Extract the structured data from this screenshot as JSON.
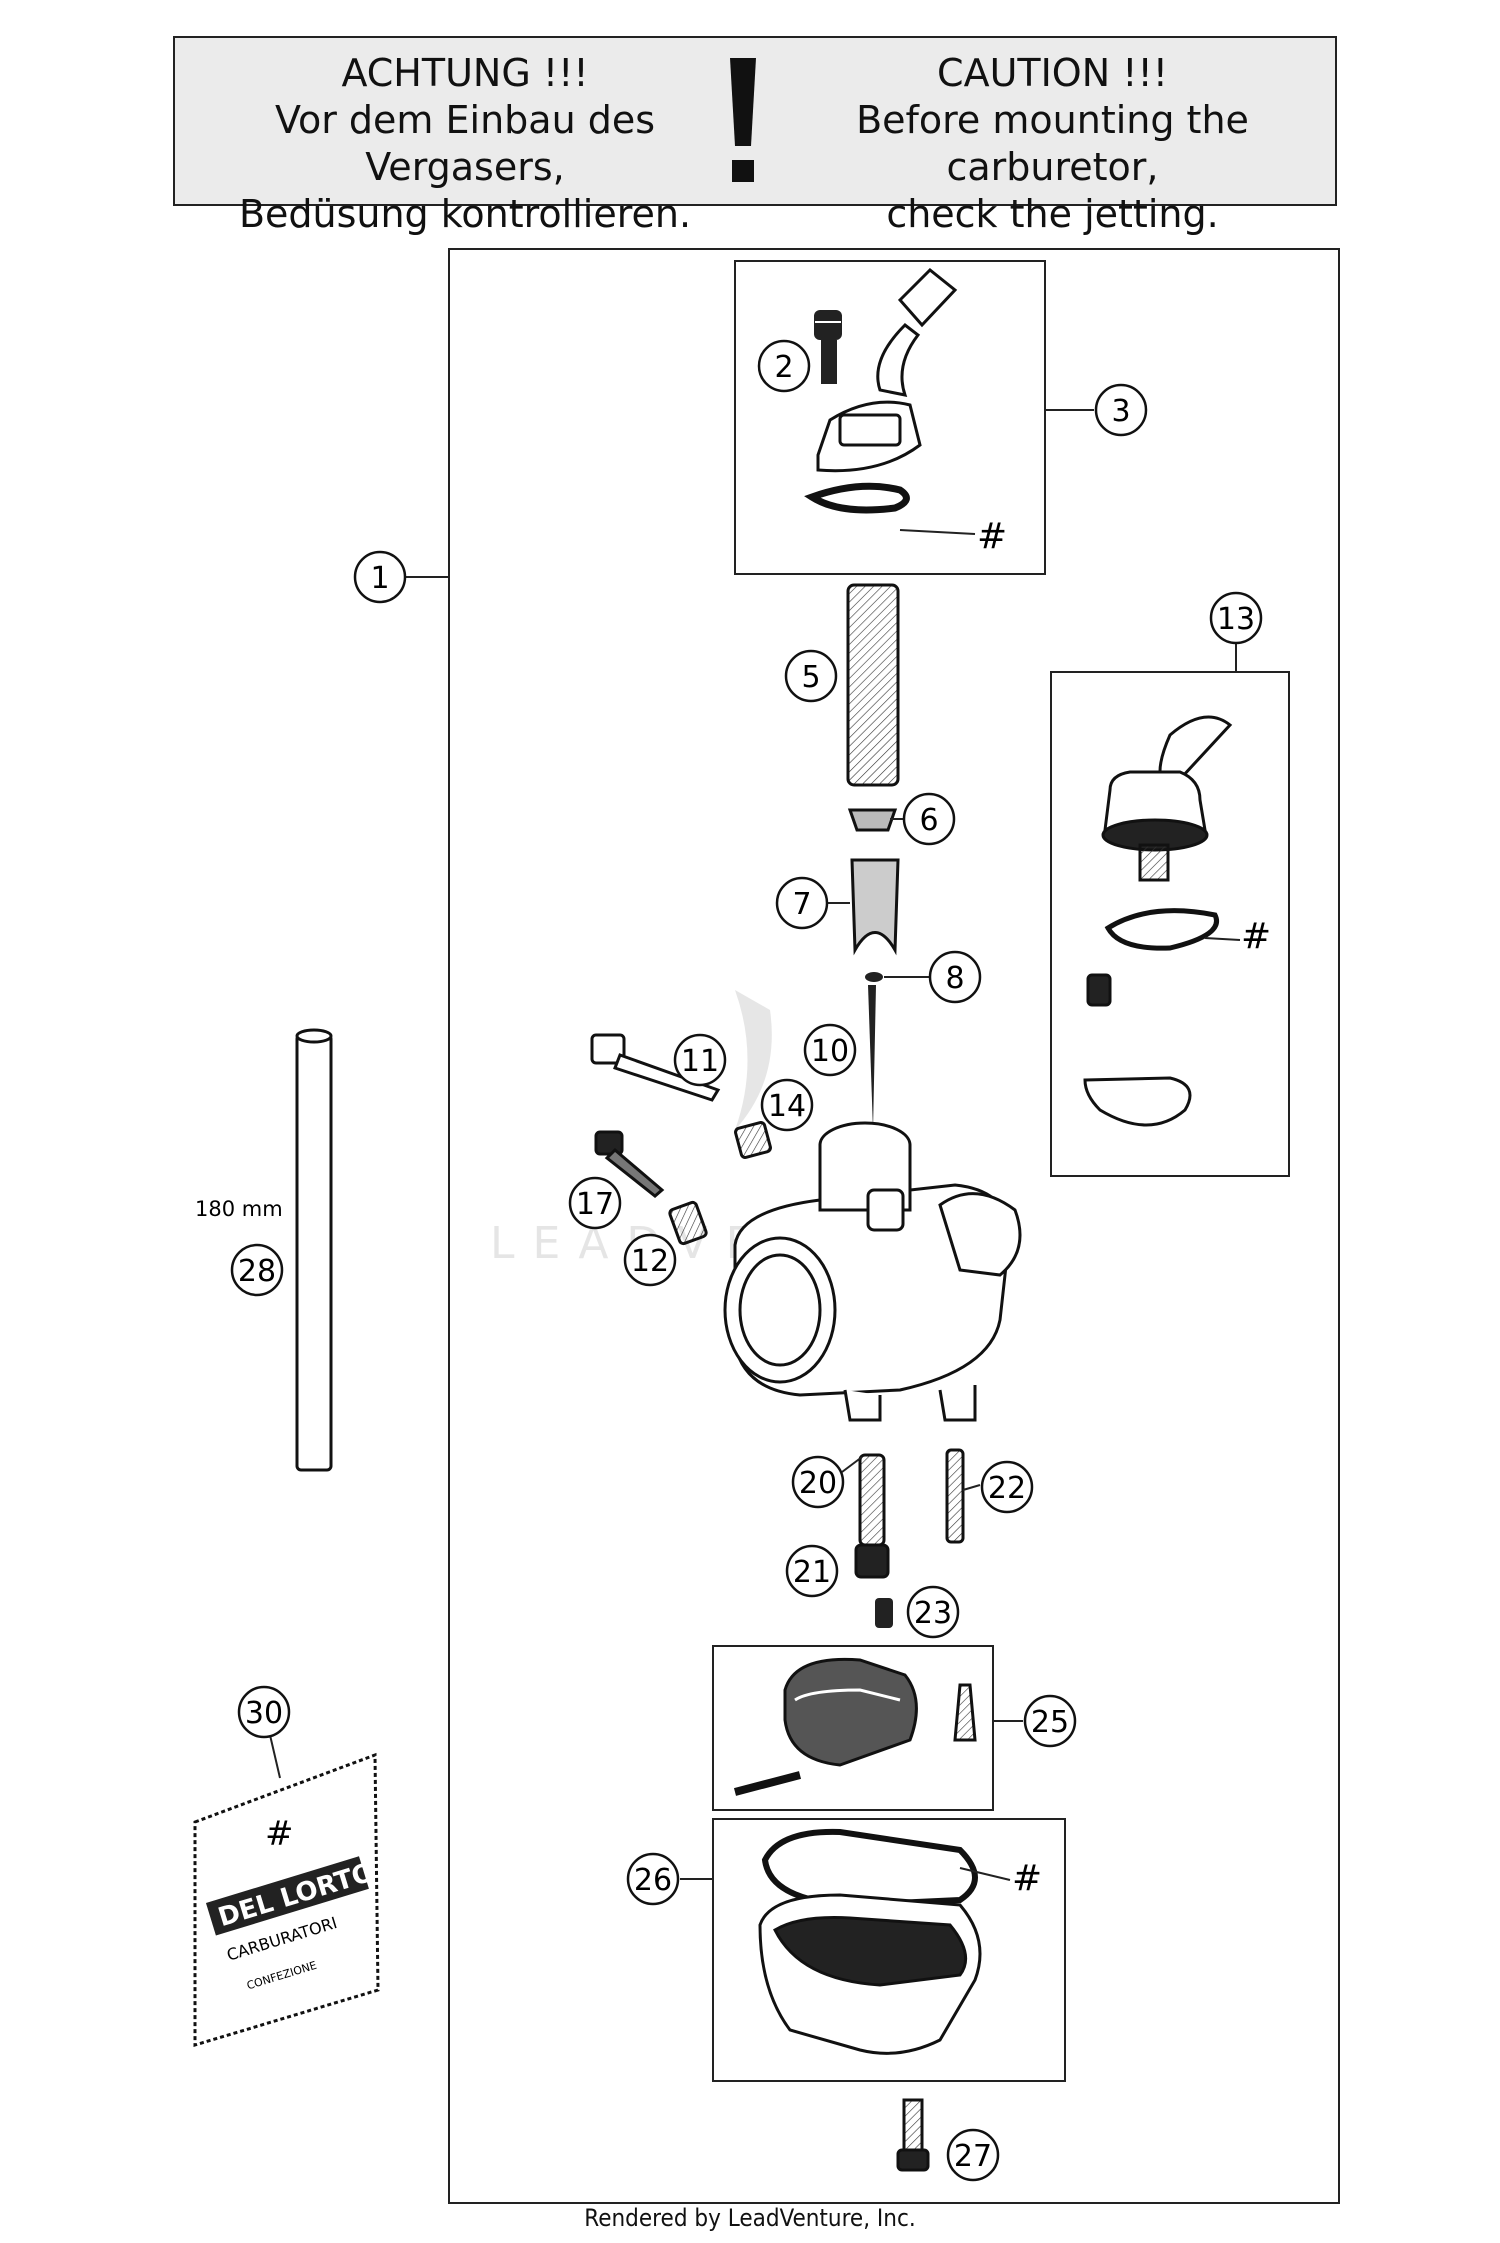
{
  "warning": {
    "de_title": "ACHTUNG !!!",
    "de_line1": "Vor dem Einbau des Vergasers,",
    "de_line2": "Bedüsung kontrollieren.",
    "en_title": "CAUTION !!!",
    "en_line1": "Before mounting the carburetor,",
    "en_line2": "check the jetting."
  },
  "callouts": [
    "1",
    "2",
    "3",
    "5",
    "6",
    "7",
    "8",
    "10",
    "11",
    "12",
    "13",
    "14",
    "17",
    "20",
    "21",
    "22",
    "23",
    "25",
    "26",
    "27",
    "28",
    "30"
  ],
  "hash_mark": "#",
  "hose_length": "180 mm",
  "dellorto_bag": {
    "brand": "DEL LORTO",
    "line": "CARBURATORI",
    "text": "CONFEZIONE"
  },
  "watermark": "LEADVENTURE",
  "footer": "Rendered by LeadVenture, Inc."
}
